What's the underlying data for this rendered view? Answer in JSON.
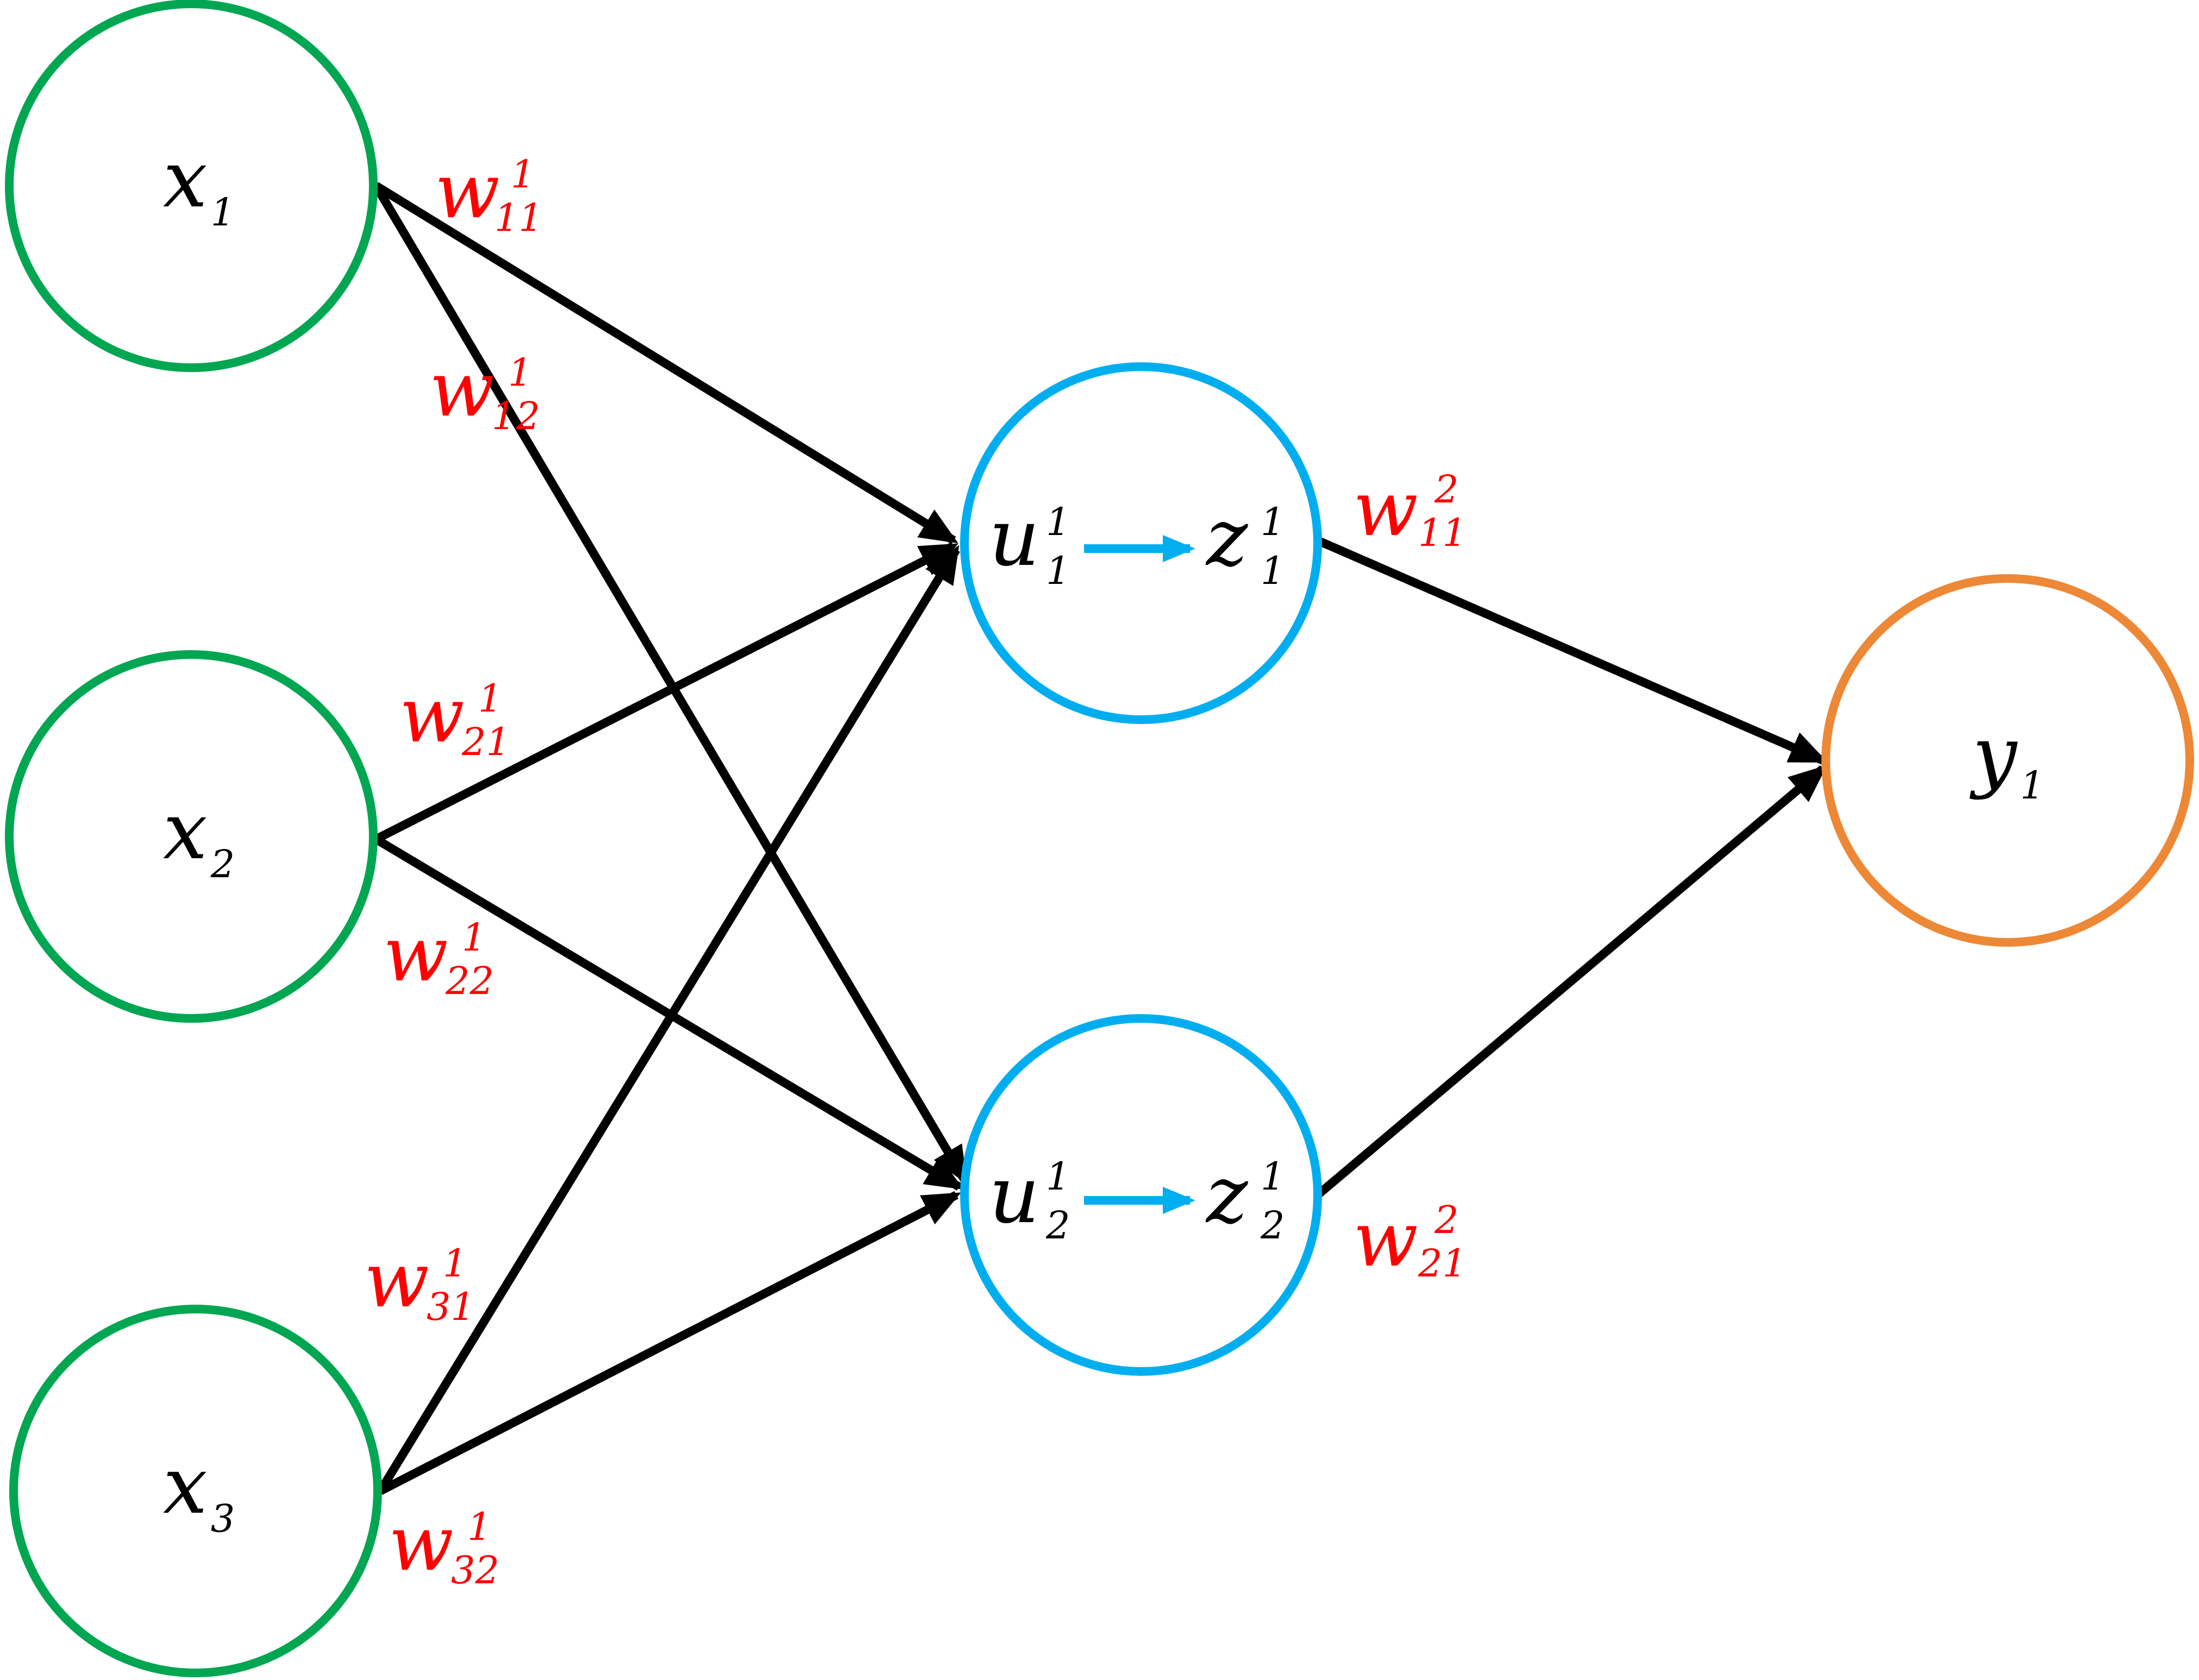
{
  "colors": {
    "input": "#00A651",
    "hidden": "#00AEEF",
    "output": "#ED8836",
    "edge": "#000000",
    "weight": "#FF0000",
    "inner_arrow": "#00AEEF"
  },
  "inputs": [
    {
      "base": "x",
      "sub": "1"
    },
    {
      "base": "x",
      "sub": "2"
    },
    {
      "base": "x",
      "sub": "3"
    }
  ],
  "hidden": [
    {
      "u_base": "u",
      "u_sup": "1",
      "u_sub": "1",
      "z_base": "z",
      "z_sup": "1",
      "z_sub": "1"
    },
    {
      "u_base": "u",
      "u_sup": "1",
      "u_sub": "2",
      "z_base": "z",
      "z_sup": "1",
      "z_sub": "2"
    }
  ],
  "output": {
    "base": "y",
    "sub": "1"
  },
  "weights": {
    "w11_1": {
      "base": "w",
      "sup": "1",
      "sub": "11"
    },
    "w12_1": {
      "base": "w",
      "sup": "1",
      "sub": "12"
    },
    "w21_1": {
      "base": "w",
      "sup": "1",
      "sub": "21"
    },
    "w22_1": {
      "base": "w",
      "sup": "1",
      "sub": "22"
    },
    "w31_1": {
      "base": "w",
      "sup": "1",
      "sub": "31"
    },
    "w32_1": {
      "base": "w",
      "sup": "1",
      "sub": "32"
    },
    "w11_2": {
      "base": "w",
      "sup": "2",
      "sub": "11"
    },
    "w21_2": {
      "base": "w",
      "sup": "2",
      "sub": "21"
    }
  }
}
